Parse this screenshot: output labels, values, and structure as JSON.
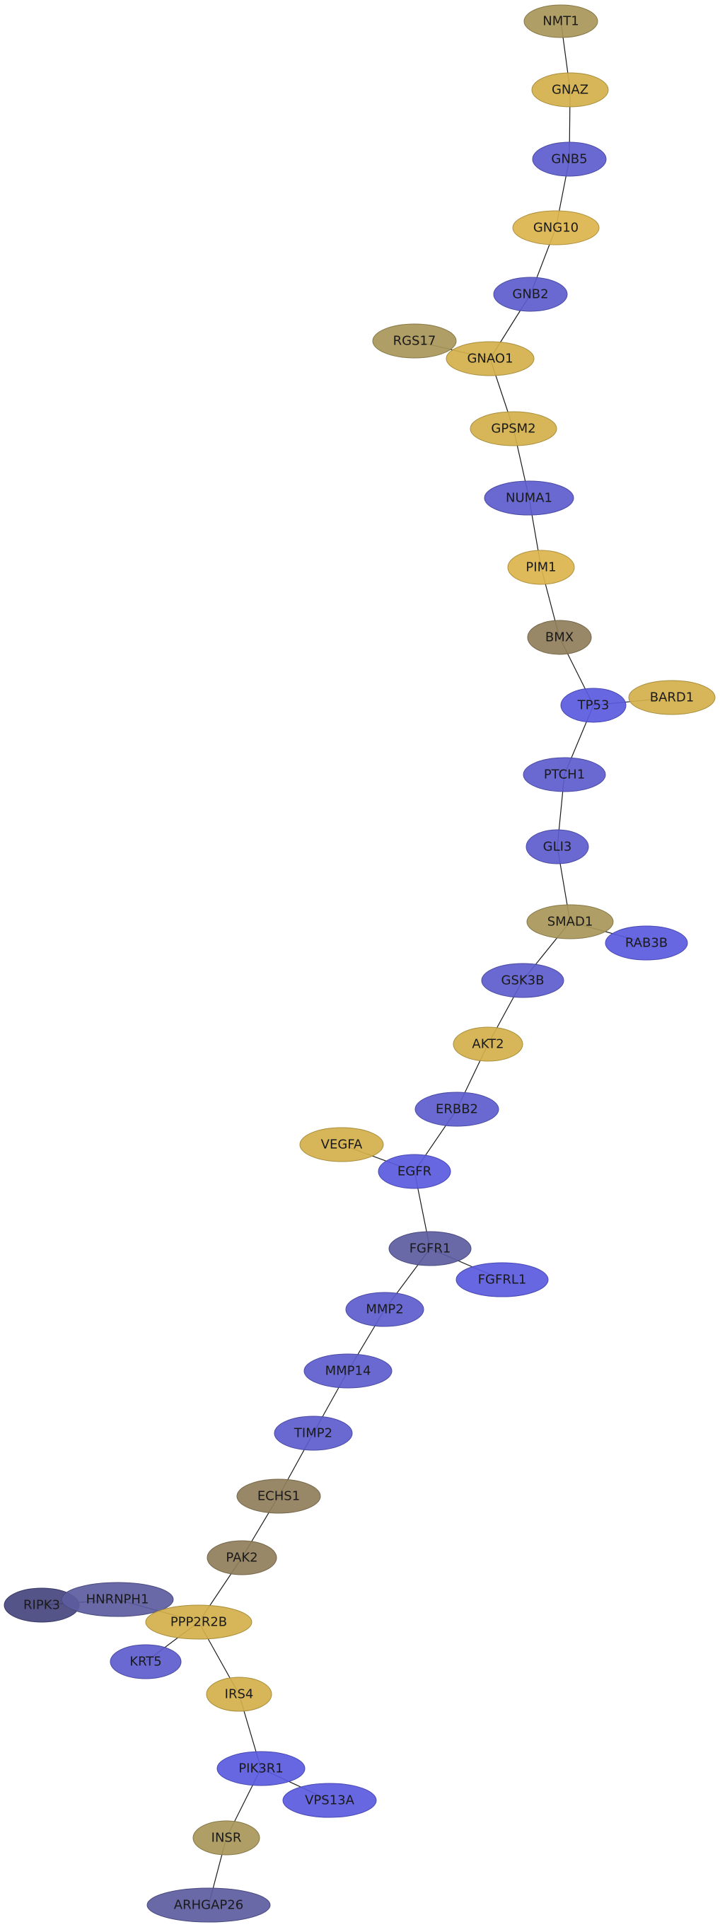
{
  "colors": {
    "gold": "#d2b04a",
    "gold_bright": "#dcb44c",
    "khaki": "#a89659",
    "olive_dark": "#907e5a",
    "blue": "#5c5ccd",
    "blue_bright": "#5a5ae0",
    "slate": "#5c5c9f",
    "navy": "#45457e",
    "edge": "#1a1a1a"
  },
  "nodes": [
    {
      "id": "NMT1",
      "label": "NMT1",
      "color": "khaki"
    },
    {
      "id": "GNAZ",
      "label": "GNAZ",
      "color": "gold"
    },
    {
      "id": "GNB5",
      "label": "GNB5",
      "color": "blue"
    },
    {
      "id": "GNG10",
      "label": "GNG10",
      "color": "gold_bright"
    },
    {
      "id": "GNB2",
      "label": "GNB2",
      "color": "blue"
    },
    {
      "id": "RGS17",
      "label": "RGS17",
      "color": "khaki"
    },
    {
      "id": "GNAO1",
      "label": "GNAO1",
      "color": "gold"
    },
    {
      "id": "GPSM2",
      "label": "GPSM2",
      "color": "gold"
    },
    {
      "id": "NUMA1",
      "label": "NUMA1",
      "color": "blue"
    },
    {
      "id": "PIM1",
      "label": "PIM1",
      "color": "gold_bright"
    },
    {
      "id": "BMX",
      "label": "BMX",
      "color": "olive_dark"
    },
    {
      "id": "TP53",
      "label": "TP53",
      "color": "blue_bright"
    },
    {
      "id": "BARD1",
      "label": "BARD1",
      "color": "gold"
    },
    {
      "id": "PTCH1",
      "label": "PTCH1",
      "color": "blue"
    },
    {
      "id": "GLI3",
      "label": "GLI3",
      "color": "blue"
    },
    {
      "id": "SMAD1",
      "label": "SMAD1",
      "color": "khaki"
    },
    {
      "id": "RAB3B",
      "label": "RAB3B",
      "color": "blue_bright"
    },
    {
      "id": "GSK3B",
      "label": "GSK3B",
      "color": "blue"
    },
    {
      "id": "AKT2",
      "label": "AKT2",
      "color": "gold"
    },
    {
      "id": "ERBB2",
      "label": "ERBB2",
      "color": "blue"
    },
    {
      "id": "VEGFA",
      "label": "VEGFA",
      "color": "gold"
    },
    {
      "id": "EGFR",
      "label": "EGFR",
      "color": "blue_bright"
    },
    {
      "id": "FGFR1",
      "label": "FGFR1",
      "color": "slate"
    },
    {
      "id": "FGFRL1",
      "label": "FGFRL1",
      "color": "blue_bright"
    },
    {
      "id": "MMP2",
      "label": "MMP2",
      "color": "blue"
    },
    {
      "id": "MMP14",
      "label": "MMP14",
      "color": "blue"
    },
    {
      "id": "TIMP2",
      "label": "TIMP2",
      "color": "blue"
    },
    {
      "id": "ECHS1",
      "label": "ECHS1",
      "color": "olive_dark"
    },
    {
      "id": "PAK2",
      "label": "PAK2",
      "color": "olive_dark"
    },
    {
      "id": "RIPK3",
      "label": "RIPK3",
      "color": "navy"
    },
    {
      "id": "HNRNPH1",
      "label": "HNRNPH1",
      "color": "slate"
    },
    {
      "id": "PPP2R2B",
      "label": "PPP2R2B",
      "color": "gold"
    },
    {
      "id": "KRT5",
      "label": "KRT5",
      "color": "blue"
    },
    {
      "id": "IRS4",
      "label": "IRS4",
      "color": "gold"
    },
    {
      "id": "PIK3R1",
      "label": "PIK3R1",
      "color": "blue_bright"
    },
    {
      "id": "VPS13A",
      "label": "VPS13A",
      "color": "blue_bright"
    },
    {
      "id": "INSR",
      "label": "INSR",
      "color": "khaki"
    },
    {
      "id": "ARHGAP26",
      "label": "ARHGAP26",
      "color": "slate"
    }
  ],
  "edges": [
    [
      "NMT1",
      "GNAZ"
    ],
    [
      "GNAZ",
      "GNB5"
    ],
    [
      "GNB5",
      "GNG10"
    ],
    [
      "GNG10",
      "GNB2"
    ],
    [
      "GNB2",
      "GNAO1"
    ],
    [
      "RGS17",
      "GNAO1"
    ],
    [
      "GNAO1",
      "GPSM2"
    ],
    [
      "GPSM2",
      "NUMA1"
    ],
    [
      "NUMA1",
      "PIM1"
    ],
    [
      "PIM1",
      "BMX"
    ],
    [
      "BMX",
      "TP53"
    ],
    [
      "TP53",
      "BARD1"
    ],
    [
      "TP53",
      "PTCH1"
    ],
    [
      "PTCH1",
      "GLI3"
    ],
    [
      "GLI3",
      "SMAD1"
    ],
    [
      "SMAD1",
      "RAB3B"
    ],
    [
      "SMAD1",
      "GSK3B"
    ],
    [
      "GSK3B",
      "AKT2"
    ],
    [
      "AKT2",
      "ERBB2"
    ],
    [
      "ERBB2",
      "EGFR"
    ],
    [
      "VEGFA",
      "EGFR"
    ],
    [
      "EGFR",
      "FGFR1"
    ],
    [
      "FGFR1",
      "FGFRL1"
    ],
    [
      "FGFR1",
      "MMP2"
    ],
    [
      "MMP2",
      "MMP14"
    ],
    [
      "MMP14",
      "TIMP2"
    ],
    [
      "TIMP2",
      "ECHS1"
    ],
    [
      "ECHS1",
      "PAK2"
    ],
    [
      "PAK2",
      "PPP2R2B"
    ],
    [
      "RIPK3",
      "HNRNPH1"
    ],
    [
      "HNRNPH1",
      "PPP2R2B"
    ],
    [
      "PPP2R2B",
      "KRT5"
    ],
    [
      "PPP2R2B",
      "IRS4"
    ],
    [
      "IRS4",
      "PIK3R1"
    ],
    [
      "PIK3R1",
      "VPS13A"
    ],
    [
      "PIK3R1",
      "INSR"
    ],
    [
      "INSR",
      "ARHGAP26"
    ]
  ]
}
